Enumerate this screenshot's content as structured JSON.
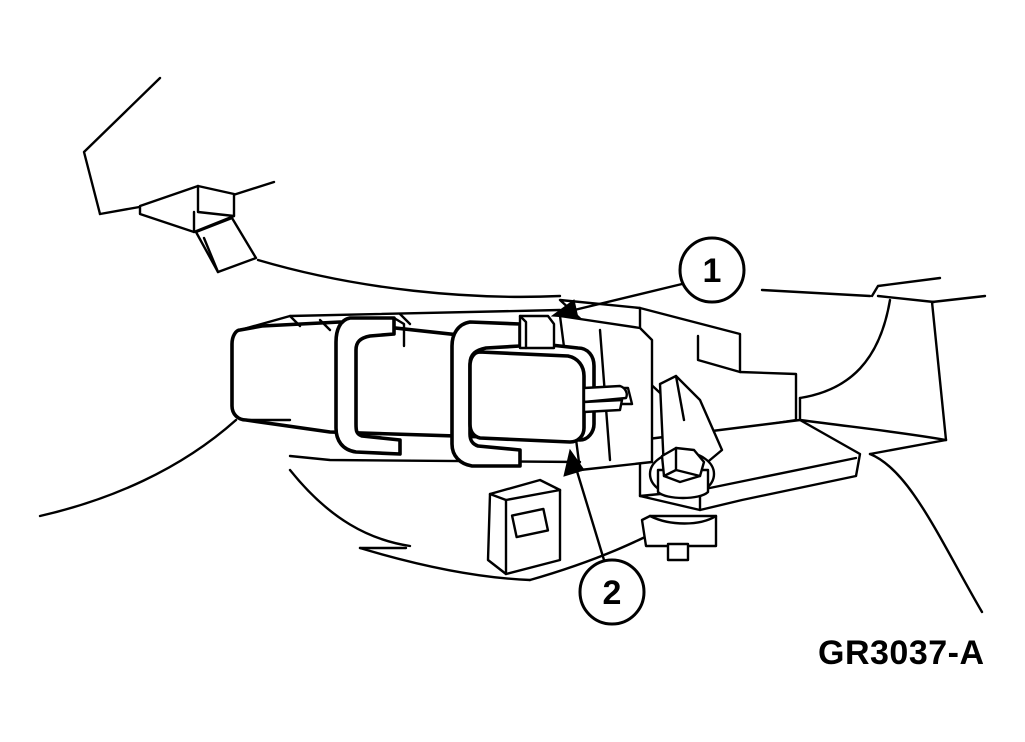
{
  "figure": {
    "id": "GR3037-A"
  },
  "callouts": [
    {
      "number": "1"
    },
    {
      "number": "2"
    }
  ]
}
